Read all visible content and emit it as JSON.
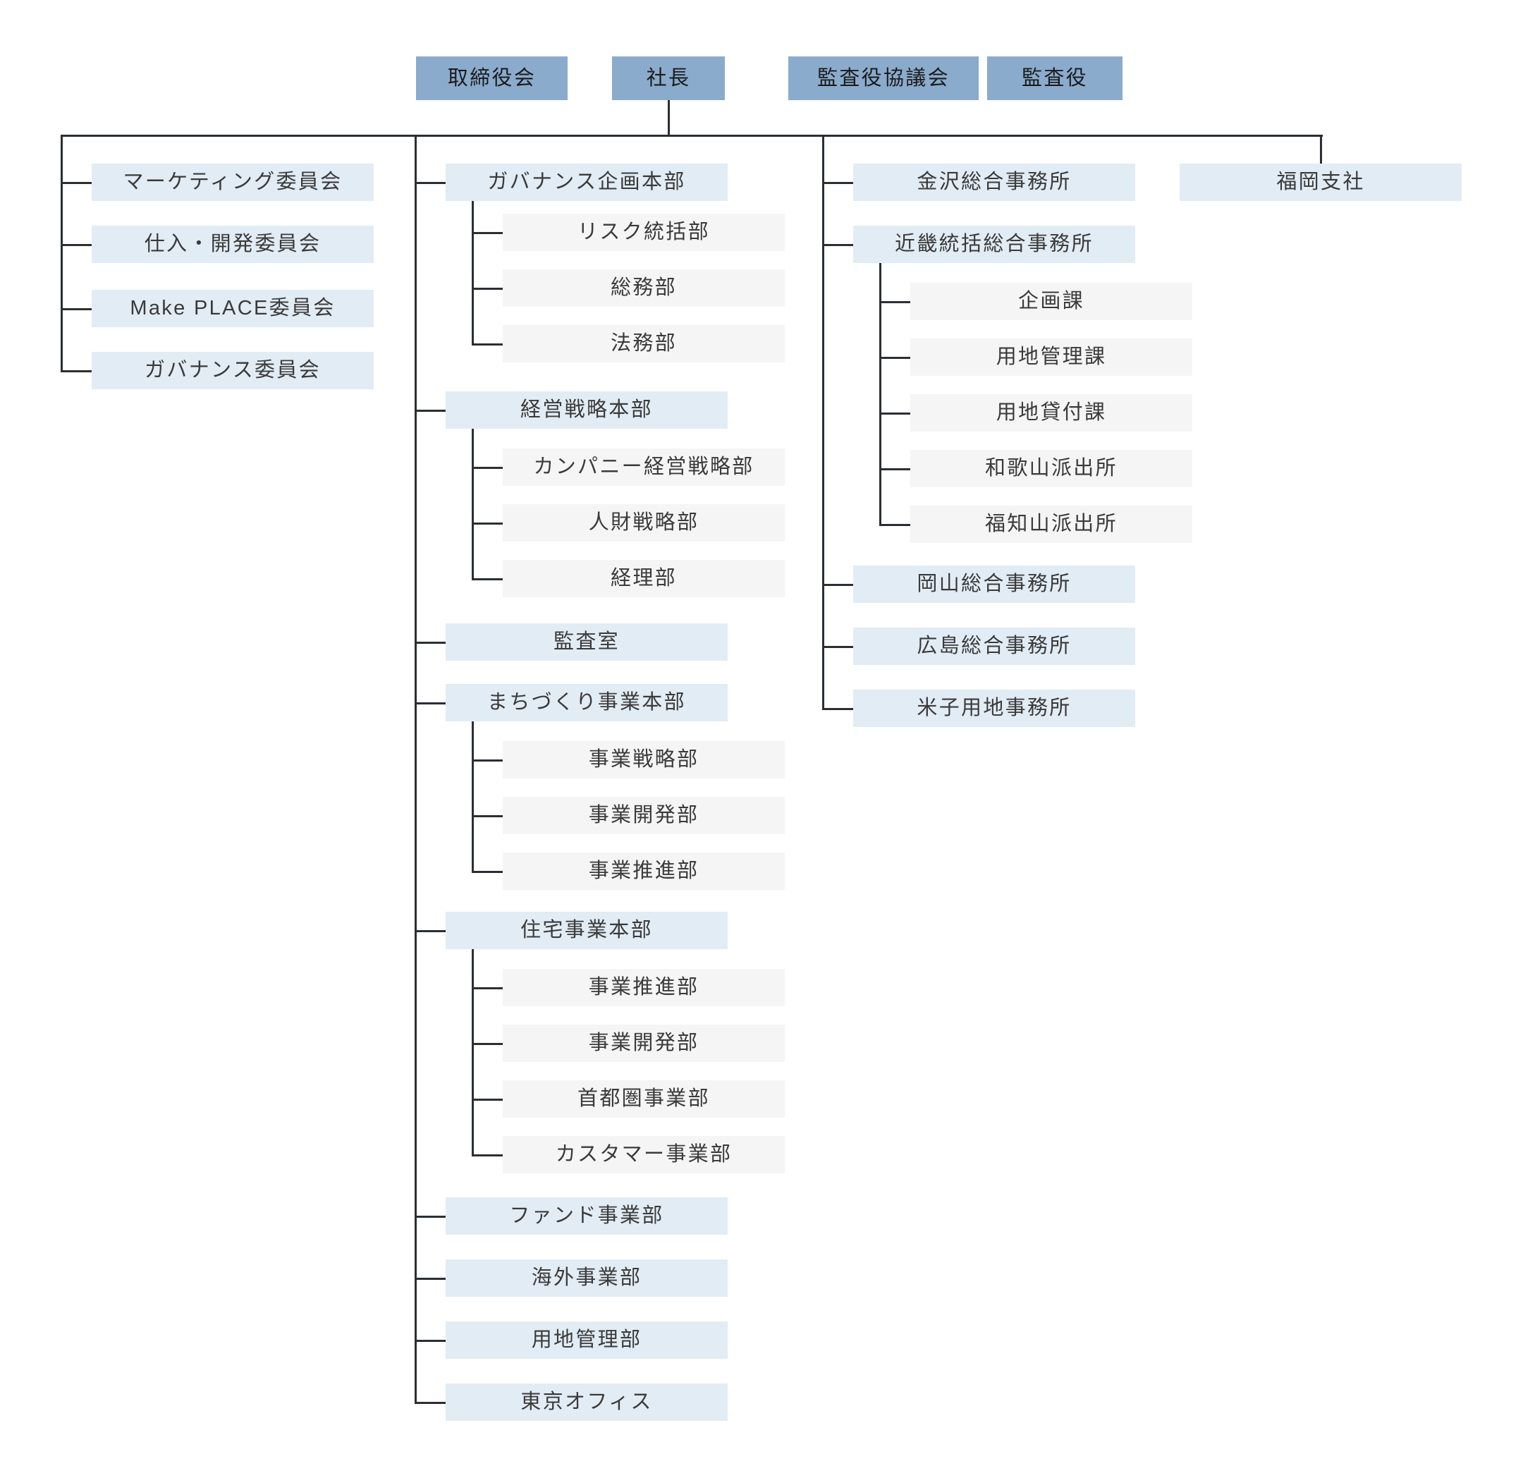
{
  "diagram": {
    "type": "organization-chart",
    "title": "",
    "colors": {
      "top_box": "#8aabcc",
      "level1_box": "#e2ecf5",
      "level2_box": "#f5f5f5",
      "connector": "#2b2f33",
      "text": "#3a3a3a",
      "background": "#ffffff"
    },
    "top_row": [
      {
        "id": "board",
        "label": "取締役会"
      },
      {
        "id": "president",
        "label": "社長"
      },
      {
        "id": "auditor-council",
        "label": "監査役協議会"
      },
      {
        "id": "auditor",
        "label": "監査役"
      }
    ],
    "columns": [
      {
        "id": "committees",
        "nodes": [
          {
            "id": "marketing-committee",
            "label": "マーケティング委員会",
            "children": []
          },
          {
            "id": "procurement-development-committee",
            "label": "仕入・開発委員会",
            "children": []
          },
          {
            "id": "make-place-committee",
            "label": "Make PLACE委員会",
            "children": []
          },
          {
            "id": "governance-committee",
            "label": "ガバナンス委員会",
            "children": []
          }
        ]
      },
      {
        "id": "headquarters",
        "nodes": [
          {
            "id": "governance-planning-hq",
            "label": "ガバナンス企画本部",
            "children": [
              {
                "id": "risk-management-dept",
                "label": "リスク統括部"
              },
              {
                "id": "general-affairs-dept",
                "label": "総務部"
              },
              {
                "id": "legal-dept",
                "label": "法務部"
              }
            ]
          },
          {
            "id": "management-strategy-hq",
            "label": "経営戦略本部",
            "children": [
              {
                "id": "company-management-strategy-dept",
                "label": "カンパニー経営戦略部"
              },
              {
                "id": "human-resources-strategy-dept",
                "label": "人財戦略部"
              },
              {
                "id": "accounting-dept",
                "label": "経理部"
              }
            ]
          },
          {
            "id": "audit-office",
            "label": "監査室",
            "children": []
          },
          {
            "id": "town-development-hq",
            "label": "まちづくり事業本部",
            "children": [
              {
                "id": "td-business-strategy-dept",
                "label": "事業戦略部"
              },
              {
                "id": "td-business-development-dept",
                "label": "事業開発部"
              },
              {
                "id": "td-business-promotion-dept",
                "label": "事業推進部"
              }
            ]
          },
          {
            "id": "housing-business-hq",
            "label": "住宅事業本部",
            "children": [
              {
                "id": "hb-business-promotion-dept",
                "label": "事業推進部"
              },
              {
                "id": "hb-business-development-dept",
                "label": "事業開発部"
              },
              {
                "id": "hb-metropolitan-dept",
                "label": "首都圏事業部"
              },
              {
                "id": "hb-customer-dept",
                "label": "カスタマー事業部"
              }
            ]
          },
          {
            "id": "fund-business-dept",
            "label": "ファンド事業部",
            "children": []
          },
          {
            "id": "overseas-business-dept",
            "label": "海外事業部",
            "children": []
          },
          {
            "id": "land-management-dept",
            "label": "用地管理部",
            "children": []
          },
          {
            "id": "tokyo-office",
            "label": "東京オフィス",
            "children": []
          }
        ]
      },
      {
        "id": "regional-offices",
        "nodes": [
          {
            "id": "kanazawa-general-office",
            "label": "金沢総合事務所",
            "children": []
          },
          {
            "id": "kinki-general-office",
            "label": "近畿統括総合事務所",
            "children": [
              {
                "id": "planning-section",
                "label": "企画課"
              },
              {
                "id": "land-management-section",
                "label": "用地管理課"
              },
              {
                "id": "land-lease-section",
                "label": "用地貸付課"
              },
              {
                "id": "wakayama-branch",
                "label": "和歌山派出所"
              },
              {
                "id": "fukuchiyama-branch",
                "label": "福知山派出所"
              }
            ]
          },
          {
            "id": "okayama-general-office",
            "label": "岡山総合事務所",
            "children": []
          },
          {
            "id": "hiroshima-general-office",
            "label": "広島総合事務所",
            "children": []
          },
          {
            "id": "yonago-land-office",
            "label": "米子用地事務所",
            "children": []
          }
        ]
      },
      {
        "id": "branch",
        "nodes": [
          {
            "id": "fukuoka-branch-office",
            "label": "福岡支社",
            "children": []
          }
        ]
      }
    ]
  }
}
